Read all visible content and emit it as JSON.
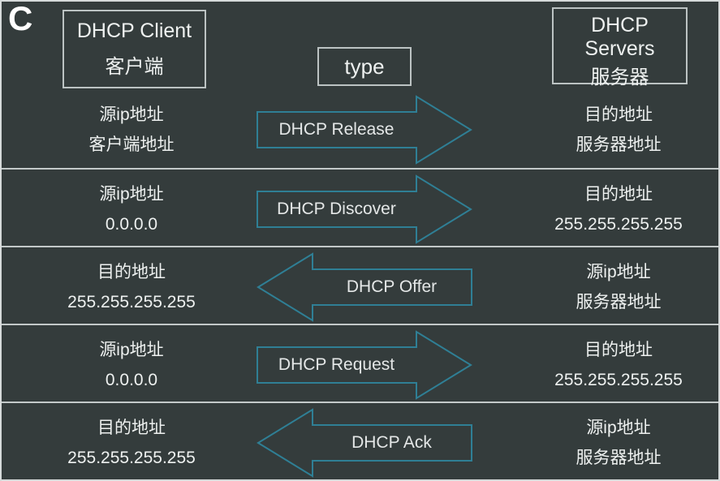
{
  "page": {
    "corner_label": "C",
    "background_color": "#343c3c",
    "border_color": "#d6dada",
    "arrow_stroke_color": "#2f7f95",
    "text_color": "#eef1f0"
  },
  "header": {
    "client_box": {
      "line1": "DHCP Client",
      "line2": "客户端"
    },
    "type_box": {
      "label": "type"
    },
    "server_box": {
      "line1": "DHCP Servers",
      "line2": "服务器"
    }
  },
  "rows": [
    {
      "left_line1": "源ip地址",
      "left_line2": "客户端地址",
      "arrow_label": "DHCP Release",
      "direction": "right",
      "right_line1": "目的地址",
      "right_line2": "服务器地址"
    },
    {
      "left_line1": "源ip地址",
      "left_line2": "0.0.0.0",
      "arrow_label": "DHCP Discover",
      "direction": "right",
      "right_line1": "目的地址",
      "right_line2": "255.255.255.255"
    },
    {
      "left_line1": "目的地址",
      "left_line2": "255.255.255.255",
      "arrow_label": "DHCP Offer",
      "direction": "left",
      "right_line1": "源ip地址",
      "right_line2": "服务器地址"
    },
    {
      "left_line1": "源ip地址",
      "left_line2": "0.0.0.0",
      "arrow_label": "DHCP Request",
      "direction": "right",
      "right_line1": "目的地址",
      "right_line2": "255.255.255.255"
    },
    {
      "left_line1": "目的地址",
      "left_line2": "255.255.255.255",
      "arrow_label": "DHCP Ack",
      "direction": "left",
      "right_line1": "源ip地址",
      "right_line2": "服务器地址"
    }
  ]
}
